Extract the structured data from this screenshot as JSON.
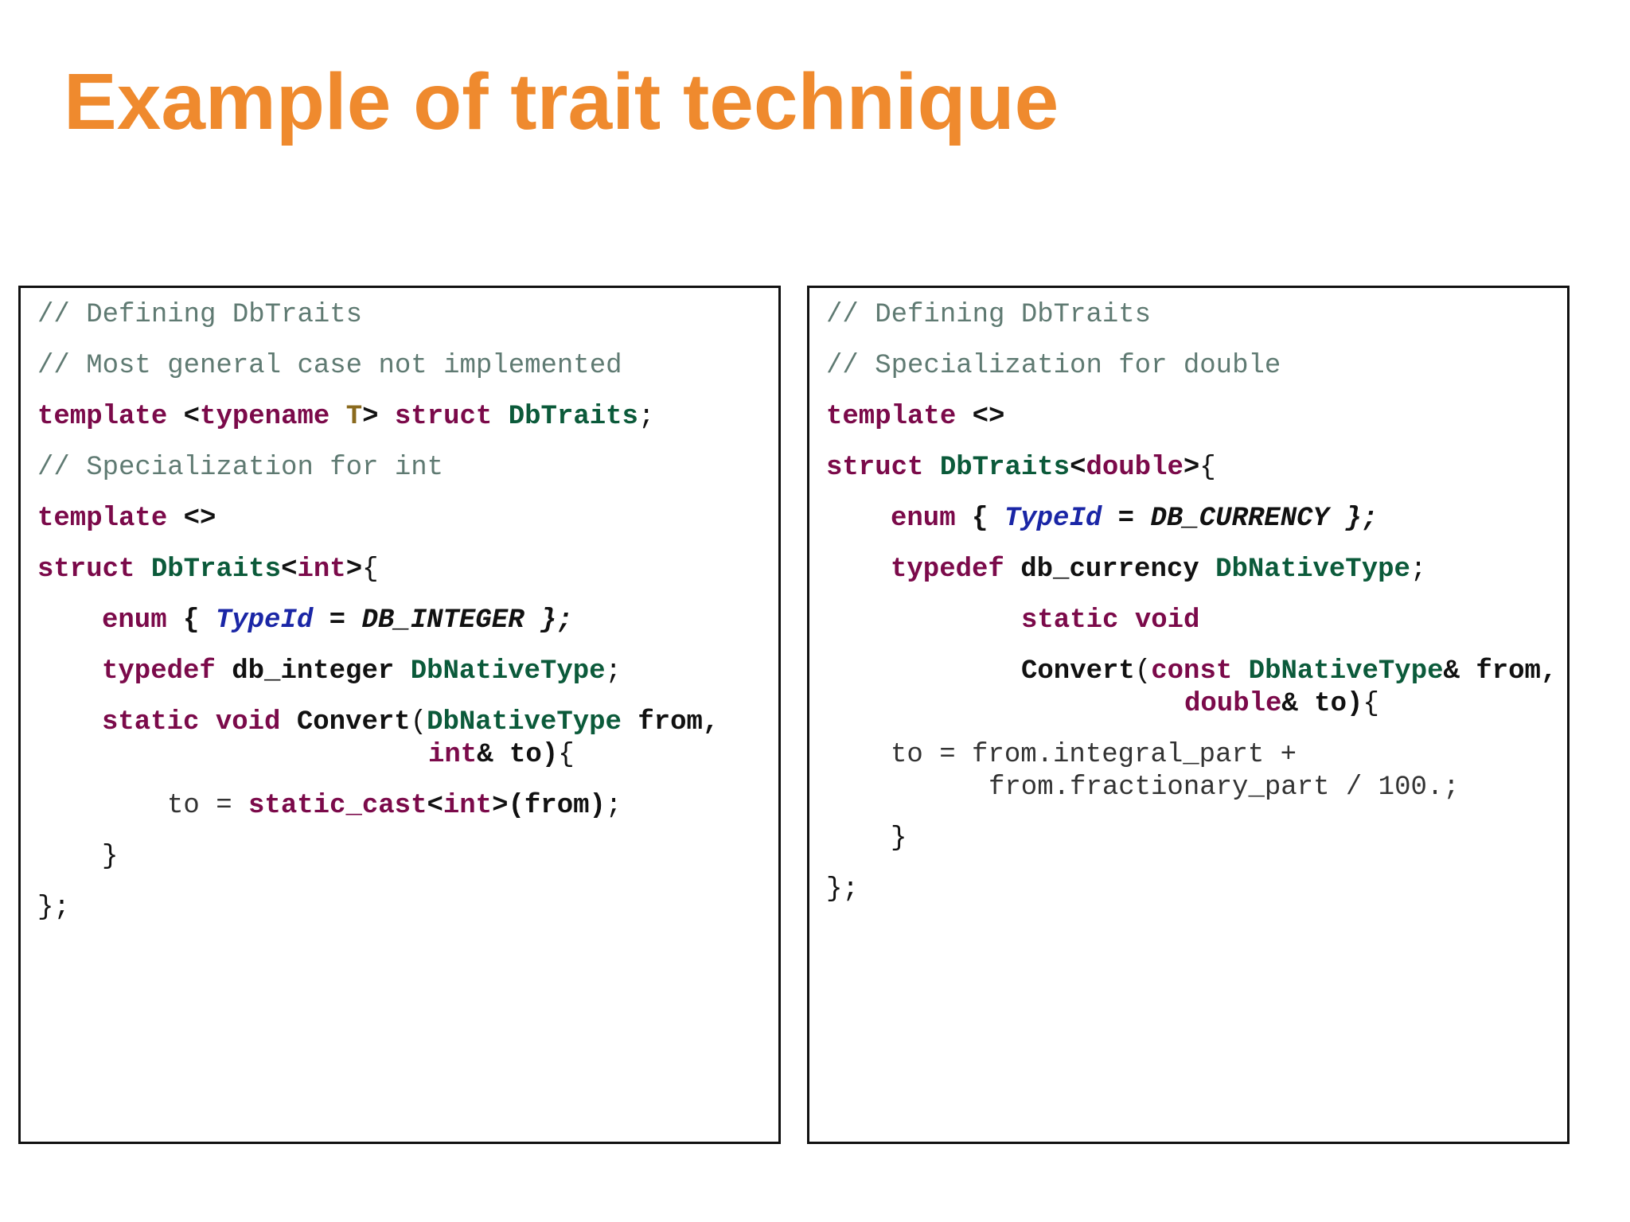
{
  "slide": {
    "title": "Example of trait technique",
    "accent_color": "#ef8a2e"
  },
  "left_code": {
    "l1": {
      "a": "// Defining DbTraits"
    },
    "l2": {
      "a": "// Most general case not implemented"
    },
    "l3": {
      "a": "template",
      "b": " <",
      "c": "typename",
      "d": " ",
      "e": "T",
      "f": ">",
      "g": " ",
      "h": "struct",
      "i": " ",
      "j": "DbTraits",
      "k": ";"
    },
    "l4": {
      "a": "// Specialization for int"
    },
    "l5": {
      "a": "template",
      "b": " <>"
    },
    "l6": {
      "a": "struct",
      "b": " ",
      "c": "DbTraits",
      "d": "<",
      "e": "int",
      "f": ">",
      "g": "{"
    },
    "l7": {
      "a": "enum",
      "b": " { ",
      "c": "TypeId",
      "d": " = ",
      "e": "DB_INTEGER",
      "f": " };"
    },
    "l8": {
      "a": "typedef",
      "b": " ",
      "c": "db_integer",
      "d": " ",
      "e": "DbNativeType",
      "f": ";"
    },
    "l9": {
      "a": "static",
      "b": " ",
      "c": "void",
      "d": " ",
      "e": "Convert",
      "f": "(",
      "g": "DbNativeType",
      "h": " ",
      "i": "from",
      "j": ","
    },
    "l10": {
      "a": "int",
      "b": "&",
      "c": " ",
      "d": "to",
      "e": ")",
      "f": "{"
    },
    "l11": {
      "a": "to = ",
      "b": "static_cast",
      "c": "<",
      "d": "int",
      "e": ">",
      "f": "(from)",
      "g": ";"
    },
    "l12": {
      "a": "}"
    },
    "l13": {
      "a": "};"
    }
  },
  "right_code": {
    "l1": {
      "a": "// Defining DbTraits"
    },
    "l2": {
      "a": "// Specialization for double"
    },
    "l3": {
      "a": "template",
      "b": " <>"
    },
    "l4": {
      "a": "struct",
      "b": " ",
      "c": "DbTraits",
      "d": "<",
      "e": "double",
      "f": ">",
      "g": "{"
    },
    "l5": {
      "a": "enum",
      "b": " { ",
      "c": "TypeId",
      "d": " = ",
      "e": "DB_CURRENCY",
      "f": " };"
    },
    "l6": {
      "a": "typedef",
      "b": " ",
      "c": "db_currency",
      "d": " ",
      "e": "DbNativeType",
      "f": ";"
    },
    "l7": {
      "a": "static",
      "b": " ",
      "c": "void"
    },
    "l8": {
      "a": "Convert",
      "b": "(",
      "c": "const",
      "d": " ",
      "e": "DbNativeType",
      "f": "&",
      "g": " ",
      "h": "from",
      "i": ","
    },
    "l9": {
      "a": "double",
      "b": "&",
      "c": " ",
      "d": "to",
      "e": ")",
      "f": "{"
    },
    "l10": {
      "a": "to = from.integral_part +"
    },
    "l11": {
      "a": "from.fractionary_part / 100.;"
    },
    "l12": {
      "a": "}"
    },
    "l13": {
      "a": "};"
    }
  },
  "syntax_colors": {
    "comment": "#5f7a72",
    "keyword": "#7b0a4a",
    "type": "#0b5a3a",
    "enum_id": "#1a26a6",
    "template_param": "#8a6a1e",
    "border": "#111111"
  }
}
